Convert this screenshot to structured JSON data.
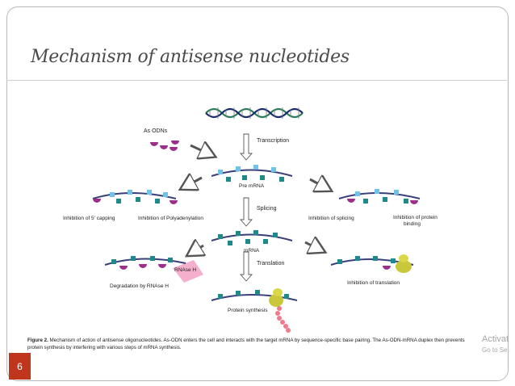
{
  "slide": {
    "title": "Mechanism of antisense nucleotides",
    "page_number": "6"
  },
  "figure": {
    "labels": {
      "as_odns": "As ODNs",
      "transcription": "Transcription",
      "pre_mrna": "Pre mRNA",
      "splicing": "Splicing",
      "inhibition_5_capping": "Inhibition of 5' capping",
      "inhibition_polyadenylation": "Inhibition of Polyadenylation",
      "inhibition_splicing": "Inhibition of splicing",
      "inhibition_protein_binding_1": "Inhibition of protein",
      "inhibition_protein_binding_2": "binding",
      "mrna": "mRNA",
      "translation": "Translation",
      "rnase_h": "RNAse H",
      "degradation_rnase_h": "Degradation by RNAse H",
      "inhibition_translation": "Inhibition of translation",
      "protein_synthesis": "Protein synthesis"
    },
    "caption_label": "Figure 2.",
    "caption_text": "Mechanism of action of antisense oligonucleotides. As-ODN enters the cell and interacts with the target mRNA by sequence-specific base pairing. The As-ODN-mRNA duplex then prevents protein synthesis by interfering with various steps of mRNA synthesis."
  },
  "watermark": {
    "line1": "Activat",
    "line2": "Go to Se"
  },
  "colors": {
    "accent_red": "#c0361c",
    "strand": "#3a3f7a",
    "teal_box": "#1f8a8a",
    "cap_blue": "#6fc3e8",
    "odn_magenta": "#9b2f8a",
    "ribosome": "#c8c83a",
    "protein": "#f07a8c",
    "rnase": "#f3a6c8"
  }
}
